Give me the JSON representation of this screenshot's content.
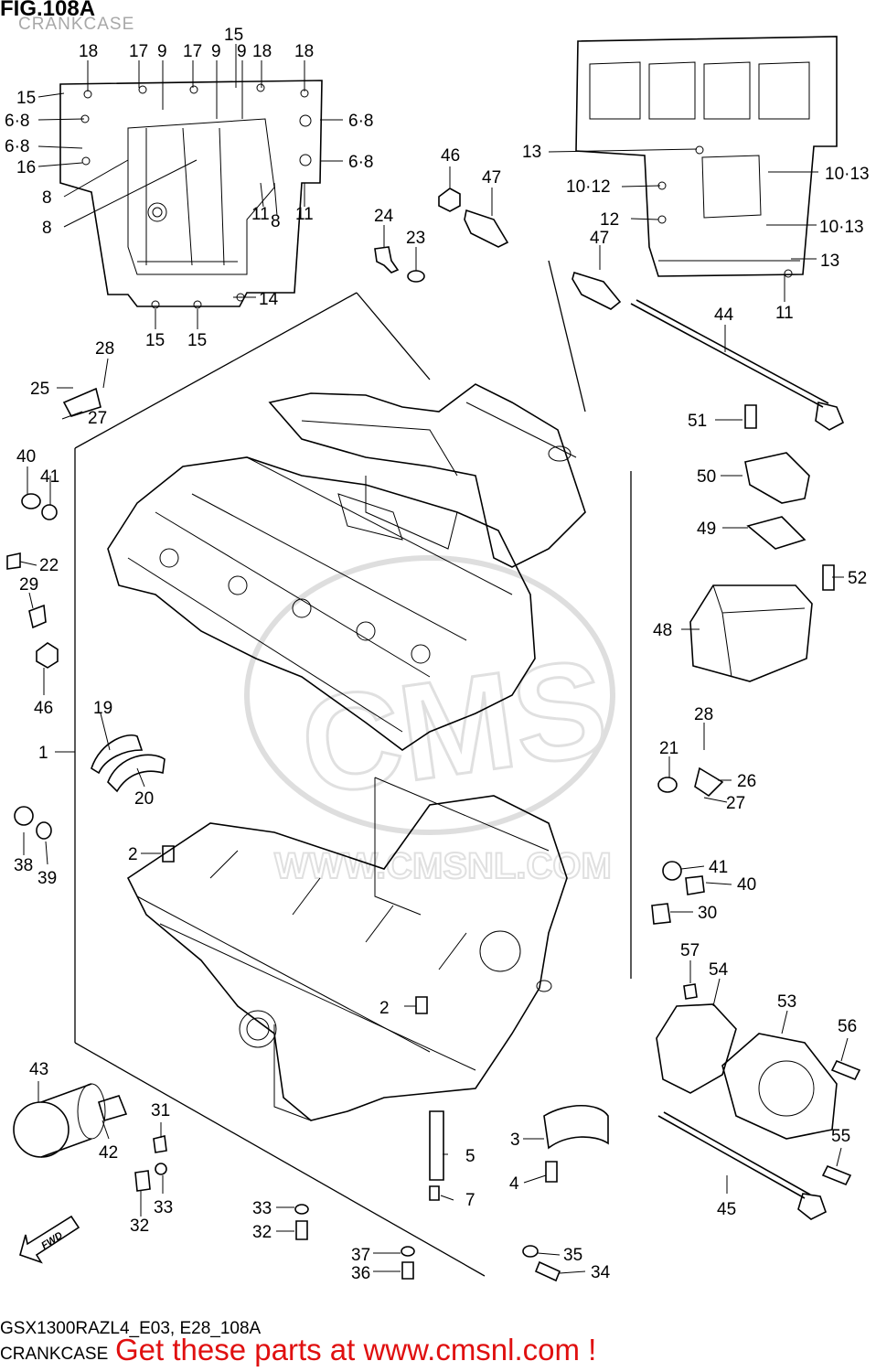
{
  "header": {
    "figure_title": "FIG.108A",
    "figure_subtitle": "CRANKCASE"
  },
  "footer": {
    "model_code": "GSX1300RAZL4_E03, E28_108A",
    "caption": "CRANKCASE",
    "promo_text": "Get these parts at www.cmsnl.com !"
  },
  "watermark": {
    "text": "CMS",
    "url_text": "WWW.CMSNL.COM"
  },
  "fwd_arrow_label": "FWD",
  "callouts": [
    "18",
    "17",
    "9",
    "17",
    "9",
    "15",
    "9",
    "18",
    "18",
    "15",
    "6·8",
    "6·8",
    "6·8",
    "6·8",
    "16",
    "8",
    "8",
    "11",
    "8",
    "11",
    "14",
    "15",
    "15",
    "46",
    "47",
    "24",
    "23",
    "13",
    "10·12",
    "12",
    "10·13",
    "10·13",
    "13",
    "47",
    "11",
    "44",
    "28",
    "25",
    "27",
    "40",
    "41",
    "22",
    "29",
    "46",
    "51",
    "50",
    "49",
    "52",
    "48",
    "19",
    "1",
    "20",
    "28",
    "21",
    "26",
    "27",
    "38",
    "39",
    "2",
    "41",
    "40",
    "30",
    "57",
    "54",
    "53",
    "56",
    "2",
    "43",
    "42",
    "31",
    "3",
    "5",
    "55",
    "4",
    "7",
    "32",
    "33",
    "33",
    "32",
    "45",
    "35",
    "37",
    "34",
    "36"
  ],
  "colors": {
    "promo": "#e01010",
    "subtitle": "#a8a8a8",
    "line": "#000000"
  }
}
